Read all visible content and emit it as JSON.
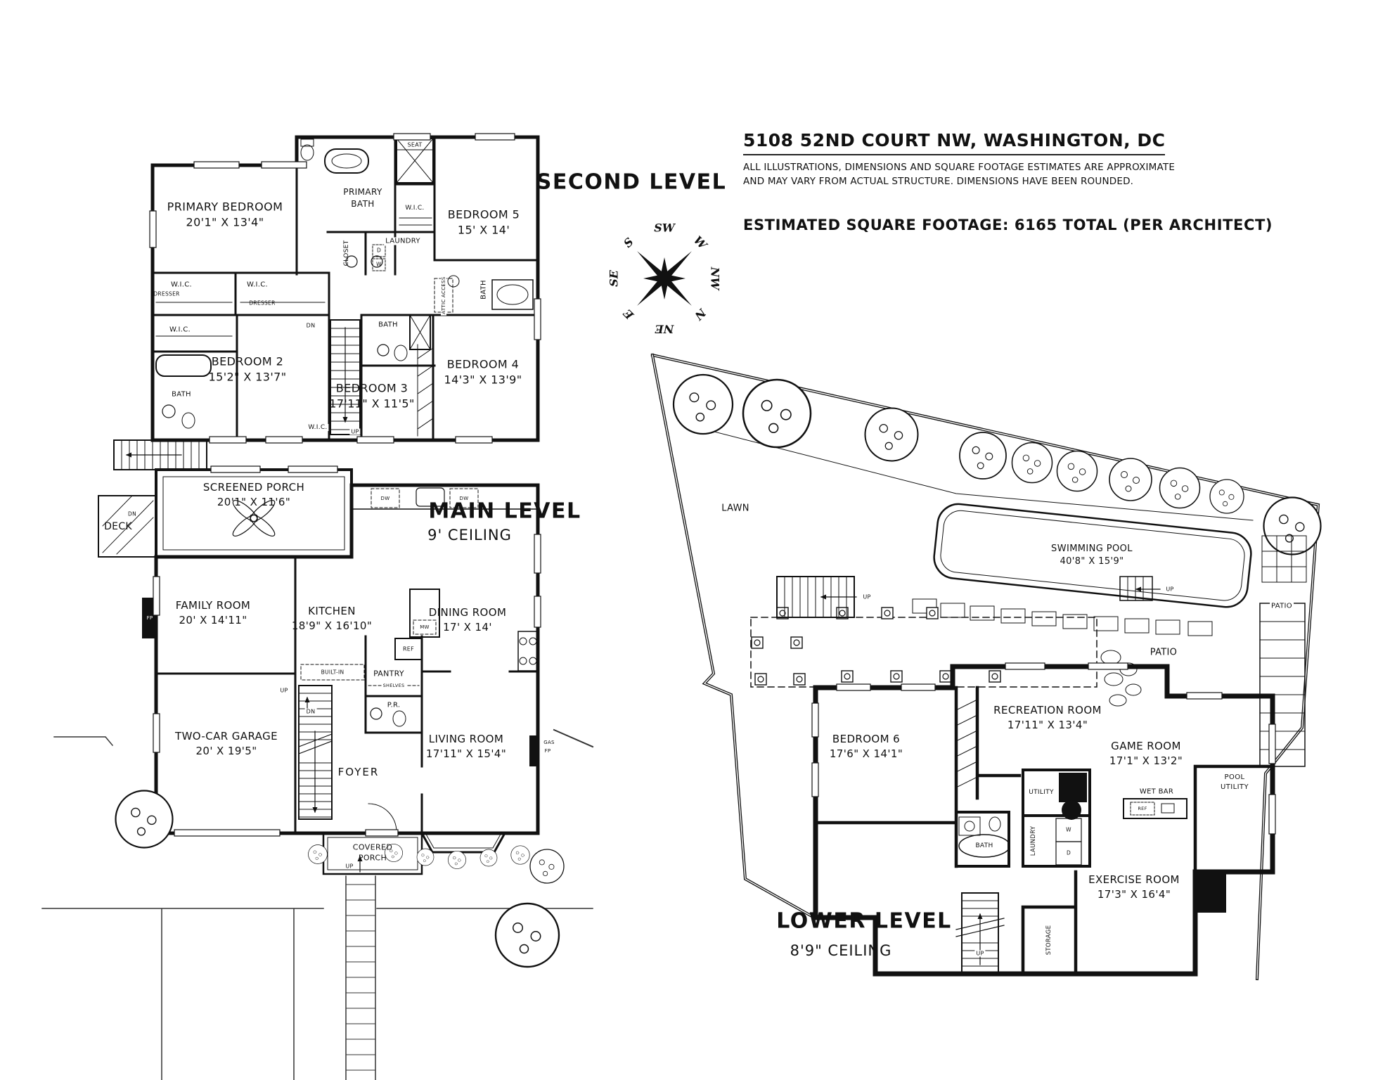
{
  "header": {
    "address": "5108 52ND COURT NW, WASHINGTON, DC",
    "disclaimer_line1": "ALL ILLUSTRATIONS, DIMENSIONS AND SQUARE FOOTAGE ESTIMATES ARE APPROXIMATE",
    "disclaimer_line2": "AND MAY VARY FROM ACTUAL STRUCTURE. DIMENSIONS HAVE BEEN ROUNDED.",
    "square_footage": "ESTIMATED SQUARE FOOTAGE: 6165 TOTAL (PER ARCHITECT)"
  },
  "compass": {
    "points": [
      "S",
      "SW",
      "W",
      "NW",
      "N",
      "NE",
      "E",
      "SE"
    ]
  },
  "second_level": {
    "title": "SECOND LEVEL",
    "rooms": {
      "primary_bedroom": {
        "l1": "PRIMARY BEDROOM",
        "l2": "20'1\" X 13'4\""
      },
      "primary_bath": {
        "l1": "PRIMARY",
        "l2": "BATH"
      },
      "bedroom5": {
        "l1": "BEDROOM 5",
        "l2": "15' X 14'"
      },
      "bedroom2": {
        "l1": "BEDROOM 2",
        "l2": "15'2\" X 13'7\""
      },
      "bedroom3": {
        "l1": "BEDROOM 3",
        "l2": "17'11\" X 11'5\""
      },
      "bedroom4": {
        "l1": "BEDROOM 4",
        "l2": "14'3\" X 13'9\""
      }
    },
    "labels": {
      "wic": "W.I.C.",
      "dresser": "DRESSER",
      "bath": "BATH",
      "closet": "CLOSET",
      "laundry": "LAUNDRY",
      "seat": "SEAT",
      "attic_access": "ATTIC ACCESS",
      "dn": "DN",
      "up": "UP",
      "washer": "W",
      "dryer": "D"
    }
  },
  "main_level": {
    "title": "MAIN LEVEL",
    "ceiling": "9' CEILING",
    "rooms": {
      "screened_porch": {
        "l1": "SCREENED PORCH",
        "l2": "20'1\" X 11'6\""
      },
      "family_room": {
        "l1": "FAMILY ROOM",
        "l2": "20' X 14'11\""
      },
      "kitchen": {
        "l1": "KITCHEN",
        "l2": "18'9\" X 16'10\""
      },
      "dining_room": {
        "l1": "DINING ROOM",
        "l2": "17' X 14'"
      },
      "garage": {
        "l1": "TWO-CAR GARAGE",
        "l2": "20' X 19'5\""
      },
      "living_room": {
        "l1": "LIVING ROOM",
        "l2": "17'11\" X 15'4\""
      },
      "covered_porch": {
        "l1": "COVERED",
        "l2": "PORCH"
      }
    },
    "labels": {
      "deck": "DECK",
      "foyer": "FOYER",
      "pantry": "PANTRY",
      "shelves": "SHELVES",
      "ref": "REF",
      "powder_room": "P.R.",
      "built_in": "BUILT-IN",
      "up": "UP",
      "dn": "DN",
      "gas": "GAS",
      "fp": "FP",
      "mw": "MW",
      "dw": "DW"
    }
  },
  "lower_level": {
    "title": "LOWER LEVEL",
    "ceiling": "8'9\" CEILING",
    "rooms": {
      "bedroom6": {
        "l1": "BEDROOM 6",
        "l2": "17'6\" X 14'1\""
      },
      "recreation_room": {
        "l1": "RECREATION ROOM",
        "l2": "17'11\" X 13'4\""
      },
      "game_room": {
        "l1": "GAME ROOM",
        "l2": "17'1\" X 13'2\""
      },
      "exercise_room": {
        "l1": "EXERCISE ROOM",
        "l2": "17'3\" X 16'4\""
      },
      "swimming_pool": {
        "l1": "SWIMMING POOL",
        "l2": "40'8\" X 15'9\""
      },
      "pool_utility": {
        "l1": "POOL",
        "l2": "UTILITY"
      }
    },
    "labels": {
      "lawn": "LAWN",
      "patio": "PATIO",
      "bath": "BATH",
      "utility": "UTILITY",
      "laundry": "LAUNDRY",
      "storage": "STORAGE",
      "wet_bar": "WET BAR",
      "ref": "REF",
      "washer": "W",
      "dryer": "D",
      "up": "UP"
    }
  }
}
